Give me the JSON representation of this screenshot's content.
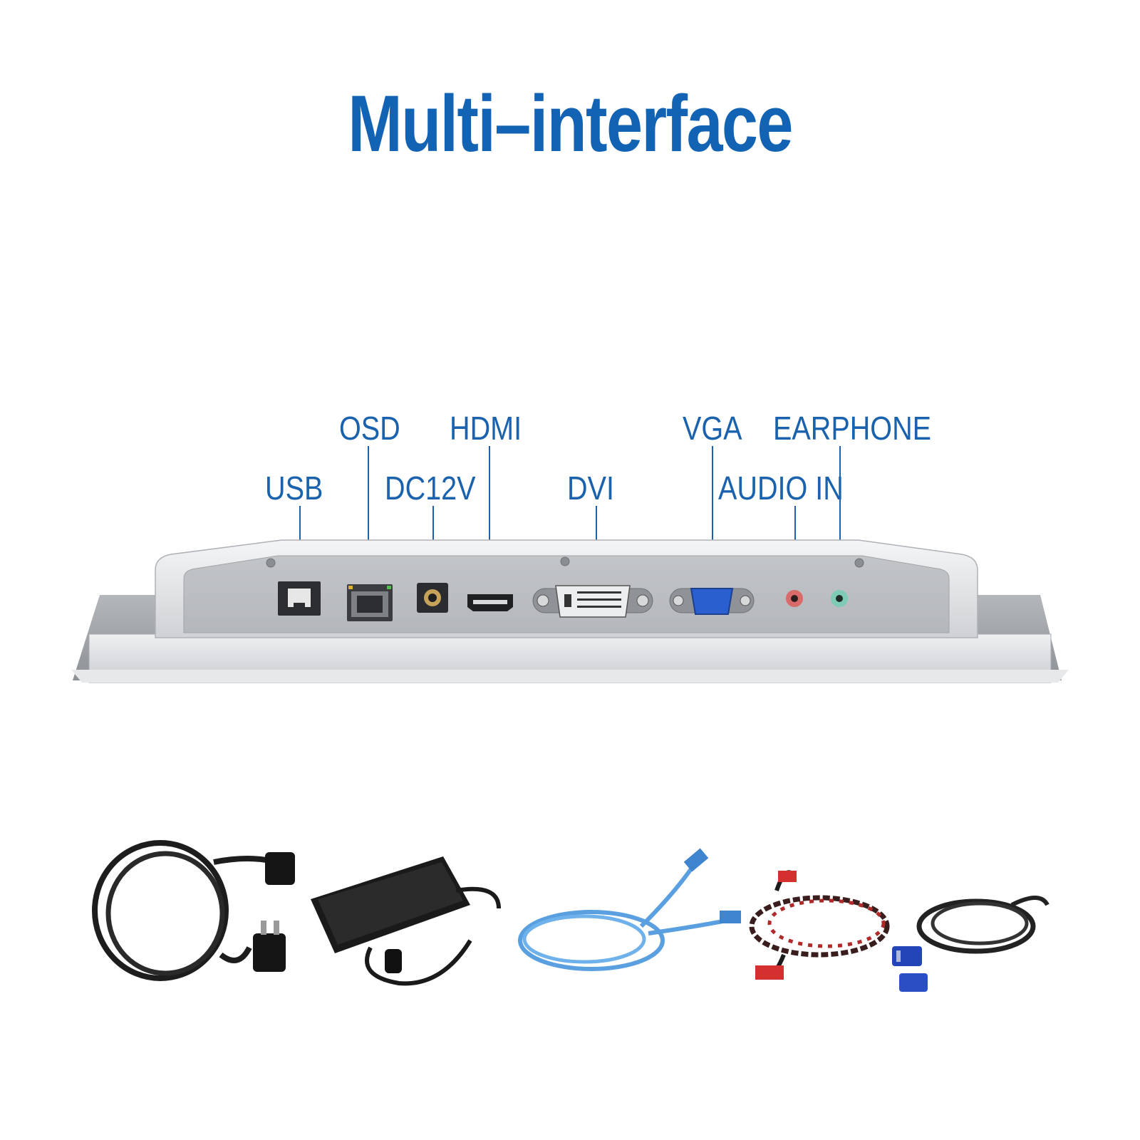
{
  "title": "Multi–interface",
  "ports": {
    "usb": "USB",
    "osd": "OSD",
    "dc12v": "DC12V",
    "hdmi": "HDMI",
    "dvi": "DVI",
    "vga": "VGA",
    "audio_in": "AUDIO IN",
    "earphone": "EARPHONE"
  },
  "colors": {
    "brand_blue": "#1363b4",
    "label_blue": "#1a62ad",
    "panel_silver": "#d4d6d9"
  },
  "accessories": [
    {
      "icon": "power-cord-icon"
    },
    {
      "icon": "power-adapter-icon"
    },
    {
      "icon": "usb-cable-icon"
    },
    {
      "icon": "hdmi-cable-icon"
    },
    {
      "icon": "vga-cable-icon"
    }
  ]
}
